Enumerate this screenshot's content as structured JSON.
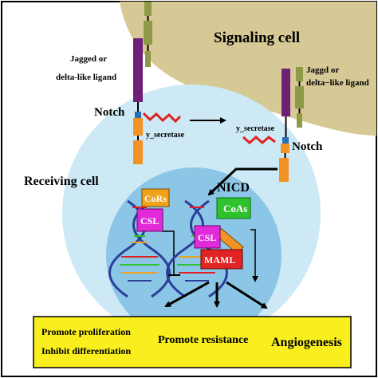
{
  "labels": {
    "signaling_cell": "Signaling cell",
    "ligand_left": [
      "Jagged or",
      "delta-like ligand"
    ],
    "ligand_right": [
      "Jaggd or",
      "delta−like ligand"
    ],
    "notch_left": "Notch",
    "notch_right": "Notch",
    "y_secretase_left": "y_secretase",
    "y_secretase_right": "y_secretase",
    "receiving_cell": "Receiving cell",
    "nicd": "NICD",
    "cors": "CoRs",
    "csl_left": "CSL",
    "coas": "CoAs",
    "csl_right": "CSL",
    "maml": "MAML"
  },
  "outcomes": {
    "proliferation": "Promote proliferation",
    "differentiation": "Inhibit differentiation",
    "resistance": "Promote resistance",
    "angiogenesis": "Angiogenesis"
  },
  "colors": {
    "signaling_cell": "#d6c995",
    "receiving_cell_outer": "#cde9f6",
    "nucleus": "#8cc6e6",
    "ligand_purple": "#6e1f78",
    "ligand_olive": "#8e9a45",
    "notch_orange": "#f39325",
    "notch_blue": "#2a6db5",
    "cors": "#f0a21a",
    "csl": "#e22bd8",
    "coas": "#2ec22e",
    "maml": "#e02424",
    "outcome_box": "#f9ef1e",
    "dna_blue": "#2b3f99"
  }
}
